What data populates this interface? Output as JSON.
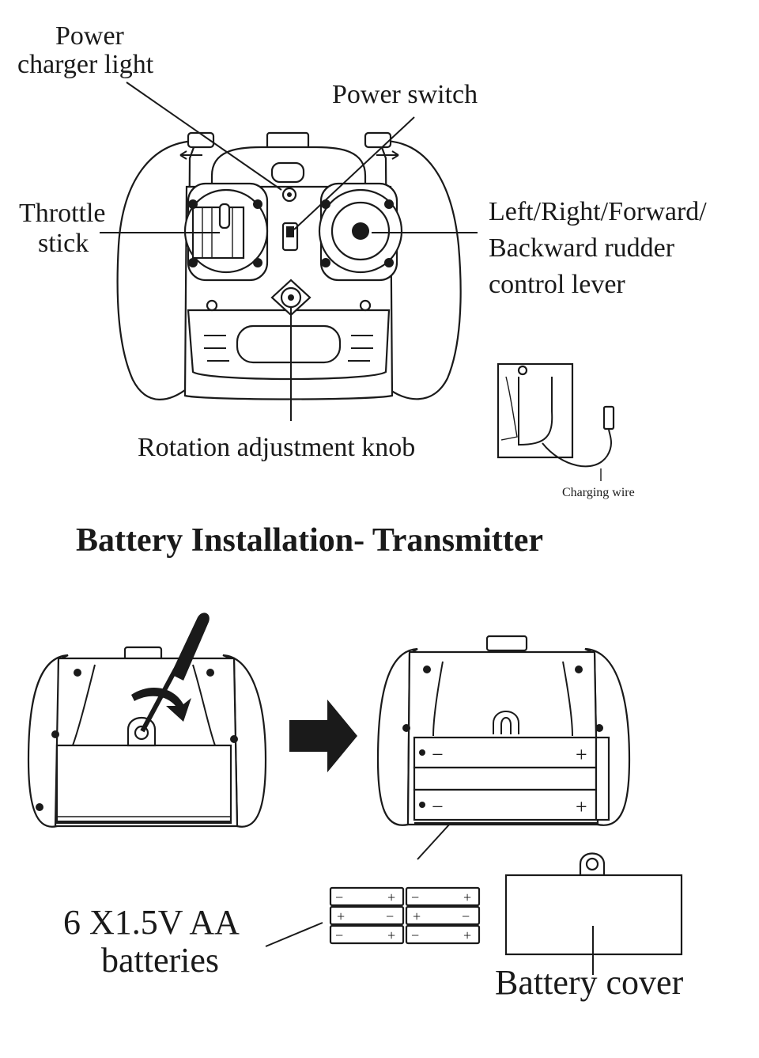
{
  "labels": {
    "power_charger_light_line1": "Power",
    "power_charger_light_line2": "charger light",
    "power_switch": "Power switch",
    "throttle_line1": "Throttle",
    "throttle_line2": "stick",
    "rudder_line1": "Left/Right/Forward/",
    "rudder_line2": "Backward rudder",
    "rudder_line3": "control lever",
    "rotation_knob": "Rotation adjustment knob",
    "charging_wire": "Charging wire",
    "section_title": "Battery Installation- Transmitter",
    "batteries_line1": "6 X1.5V AA",
    "batteries_line2": "batteries",
    "battery_cover": "Battery cover"
  },
  "battery_marks": {
    "plus": "+",
    "minus": "−"
  },
  "icons": [
    "screwdriver-icon",
    "curved-arrow-icon",
    "right-arrow-icon"
  ]
}
